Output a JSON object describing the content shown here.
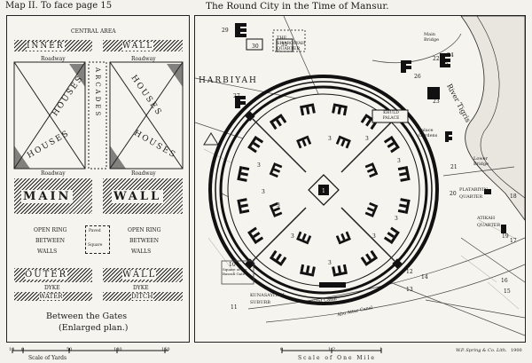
{
  "header": {
    "left": "Map II. To face page 15",
    "title": "The Round City in the Time of Mansur."
  },
  "inset": {
    "central_area": "CENTRAL AREA",
    "inner": "INNER",
    "wall": "WALL",
    "roadway": "Roadway",
    "arcades": "ARCADES",
    "houses": "HOUSES",
    "main": "MAIN",
    "open_ring": "OPEN RING",
    "between": "BETWEEN",
    "walls": "WALLS",
    "paved": "Paved",
    "square": "Square",
    "outer": "OUTER",
    "dyke": "DYKE",
    "water": "WATER",
    "ditch": "DITCH",
    "caption1": "Between the Gates",
    "caption2": "(Enlarged plan.)"
  },
  "map": {
    "harbiyah": "HARBIYAH",
    "sharqiyah": "THE SHARQIYAH QUARTER",
    "main_bridge": "Main Bridge",
    "river": "River Tigris",
    "khuld": "KHULD PALACE",
    "palace_gardens": "Palace Gardens",
    "lower_bridge": "Lower Bridge",
    "platarine": "PLATARIYIN QUARTER",
    "atikah": "ATIKAH QUARTER",
    "kunasa": "KUNASAYIYAH SUBURB",
    "basrah": "Square of the Basrah Gate",
    "sarat": "Sarat Canal",
    "abu_attar": "Abu Attar Canal",
    "numbers": [
      "29",
      "30",
      "31",
      "22",
      "25",
      "24",
      "26",
      "23",
      "27",
      "3",
      "3",
      "3",
      "3",
      "3",
      "3",
      "3",
      "3",
      "3",
      "3",
      "20",
      "21",
      "18",
      "17",
      "19",
      "16",
      "15",
      "14",
      "13",
      "12",
      "10",
      "11"
    ],
    "legend_center": "1"
  },
  "scales": {
    "yards_label": "Scale of Yards",
    "yards_ticks": [
      "10",
      "0",
      "50",
      "100",
      "150"
    ],
    "miles_label": "Scale of One Mile",
    "miles_ticks": [
      "0",
      "1/2",
      "1"
    ]
  },
  "credit": "W.P. Spring & Co. Lith.",
  "credit_ref": "1900"
}
